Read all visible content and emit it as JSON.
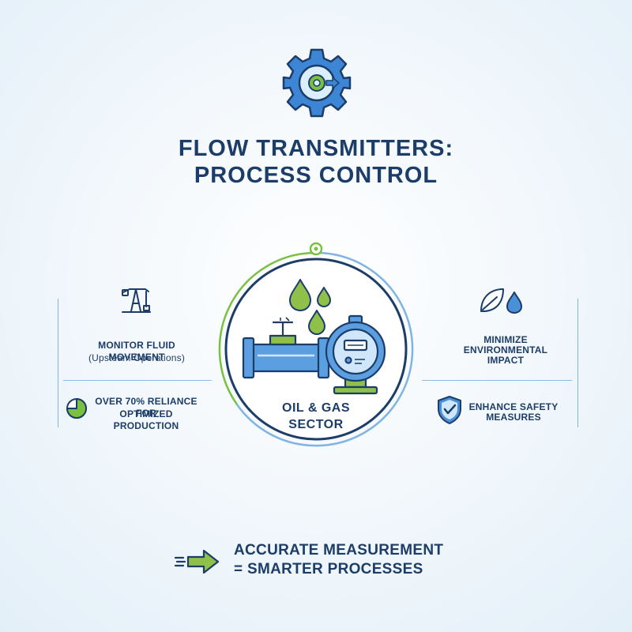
{
  "header": {
    "icon": "gear-icon",
    "title_line1": "FLOW TRANSMITTERS:",
    "title_line2": "PROCESS CONTROL"
  },
  "center": {
    "icons": [
      "pipe-valve-icon",
      "flow-meter-icon",
      "droplets-icon"
    ],
    "label_line1": "OIL & GAS",
    "label_line2": "SECTOR"
  },
  "left": {
    "top": {
      "icon": "oil-pump-jack-icon",
      "line1": "MONITOR FLUID MOVEMENT",
      "line2": "(Upsteam Operations)"
    },
    "bottom": {
      "icon": "pie-chart-icon",
      "line1": "OVER 70% RELIANCE FOR",
      "line2": "OPTIMIZED PRODUCTION"
    }
  },
  "right": {
    "top": {
      "icon": "leaf-droplet-icon",
      "line1": "MINIMIZE",
      "line2": "ENVIRONMENTAL",
      "line3": "IMPACT"
    },
    "bottom": {
      "icon": "shield-check-icon",
      "line1": "ENHANCE SAFETY",
      "line2": "MEASURES"
    }
  },
  "footer": {
    "icon": "arrow-right-icon",
    "line1": "ACCURATE MEASUREMENT",
    "line2": "= SMARTER PROCESSES"
  },
  "colors": {
    "navy": "#1d3d69",
    "blue": "#4a90d9",
    "light_blue": "#cfe6fb",
    "green": "#7ac043"
  }
}
